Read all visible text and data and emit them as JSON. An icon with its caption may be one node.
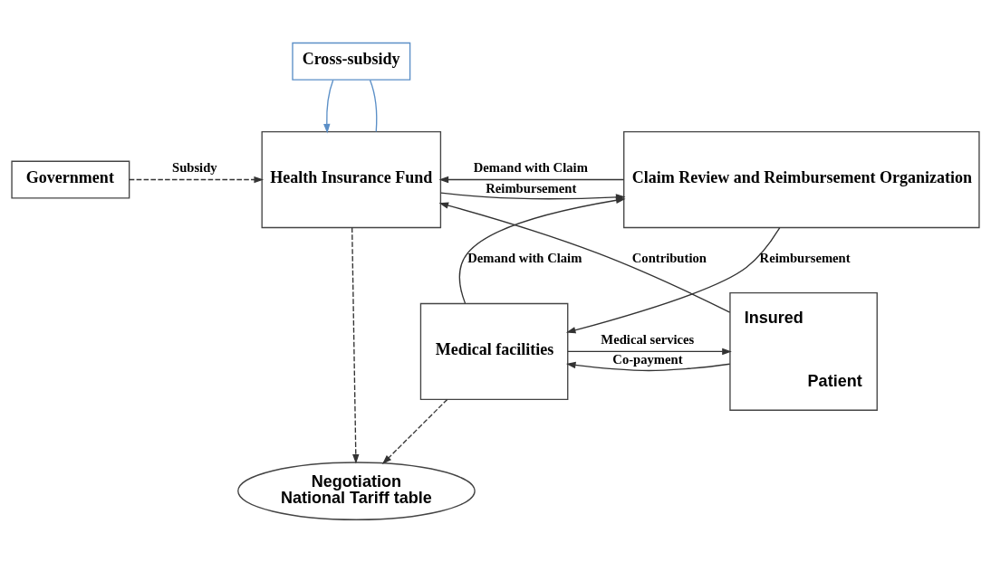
{
  "diagram": {
    "nodes": [
      {
        "text": [
          "Government"
        ]
      },
      {
        "text": [
          "Cross-subsidy"
        ]
      },
      {
        "text": [
          "Health Insurance Fund"
        ]
      },
      {
        "text": [
          "Claim Review and Reimbursement Organization"
        ]
      },
      {
        "text": [
          "Negotiation",
          "National Tariff table"
        ]
      },
      {
        "text": [
          "Insured",
          "Patient"
        ]
      },
      {
        "text": [
          "Medical facilities"
        ]
      }
    ],
    "edges": [
      {
        "from": 0,
        "to": 2,
        "arrow": "to",
        "label": "Subsidy",
        "style": "dashed"
      },
      {
        "from": 2,
        "to": 1,
        "arrow": "none",
        "color": "#5b8fc7"
      },
      {
        "from": 1,
        "to": 2,
        "arrow": "to",
        "color": "#5b8fc7"
      },
      {
        "from": 2,
        "to": 3,
        "arrow": "to",
        "label": "Reimbursement"
      },
      {
        "from": 3,
        "to": 2,
        "arrow": "to",
        "label": "Demand with Claim"
      },
      {
        "from": 2,
        "to": 4,
        "arrow": "to",
        "style": "dashed"
      },
      {
        "from": 6,
        "to": 4,
        "arrow": "to",
        "style": "dashed"
      },
      {
        "from": 6,
        "to": 3,
        "arrow": "to",
        "label": "Demand with Claim"
      },
      {
        "from": 3,
        "to": 6,
        "arrow": "to",
        "label": "Reimbursement"
      },
      {
        "from": 5,
        "to": 2,
        "arrow": "to",
        "label": "Contribution"
      },
      {
        "from": 6,
        "to": 5,
        "arrow": "to",
        "label": "Medical services"
      },
      {
        "from": 5,
        "to": 6,
        "arrow": "to",
        "label": "Co-payment"
      }
    ]
  }
}
